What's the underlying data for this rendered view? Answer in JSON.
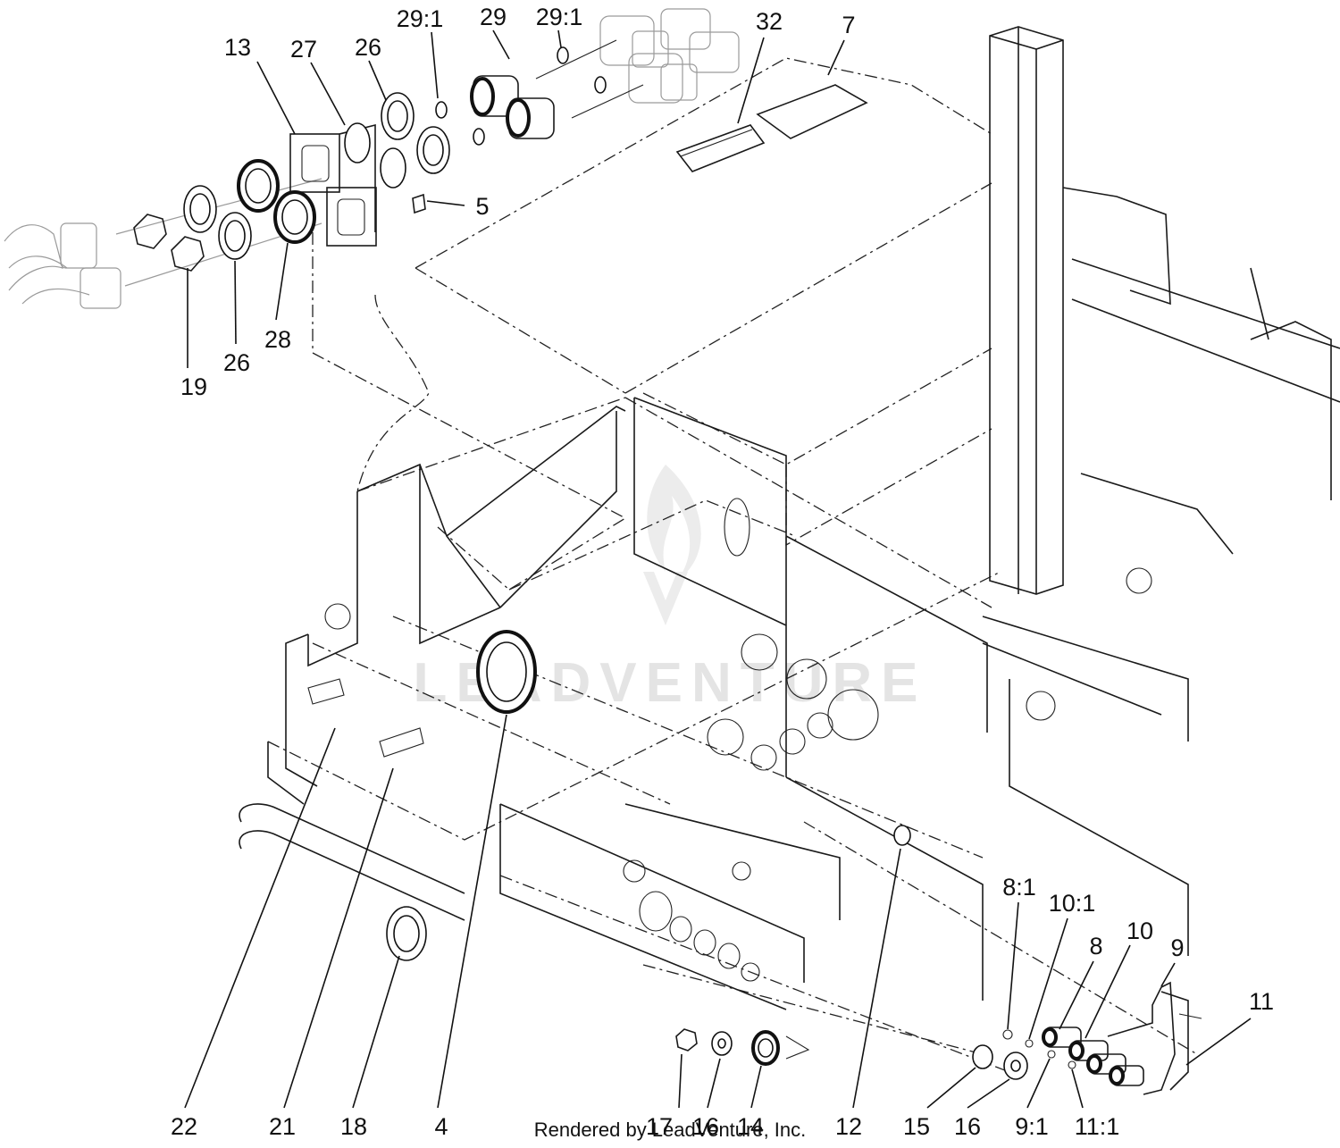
{
  "watermark": "LEADVENTURE",
  "credit": "Rendered by LeadVenture, Inc.",
  "callouts": [
    {
      "label": "13"
    },
    {
      "label": "27"
    },
    {
      "label": "26"
    },
    {
      "label": "29:1"
    },
    {
      "label": "29"
    },
    {
      "label": "29:1"
    },
    {
      "label": "32"
    },
    {
      "label": "7"
    },
    {
      "label": "5"
    },
    {
      "label": "19"
    },
    {
      "label": "26"
    },
    {
      "label": "28"
    },
    {
      "label": "22"
    },
    {
      "label": "21"
    },
    {
      "label": "18"
    },
    {
      "label": "4"
    },
    {
      "label": "17"
    },
    {
      "label": "16"
    },
    {
      "label": "14"
    },
    {
      "label": "12"
    },
    {
      "label": "15"
    },
    {
      "label": "16"
    },
    {
      "label": "9:1"
    },
    {
      "label": "11:1"
    },
    {
      "label": "8:1"
    },
    {
      "label": "10:1"
    },
    {
      "label": "8"
    },
    {
      "label": "10"
    },
    {
      "label": "9"
    },
    {
      "label": "11"
    }
  ]
}
